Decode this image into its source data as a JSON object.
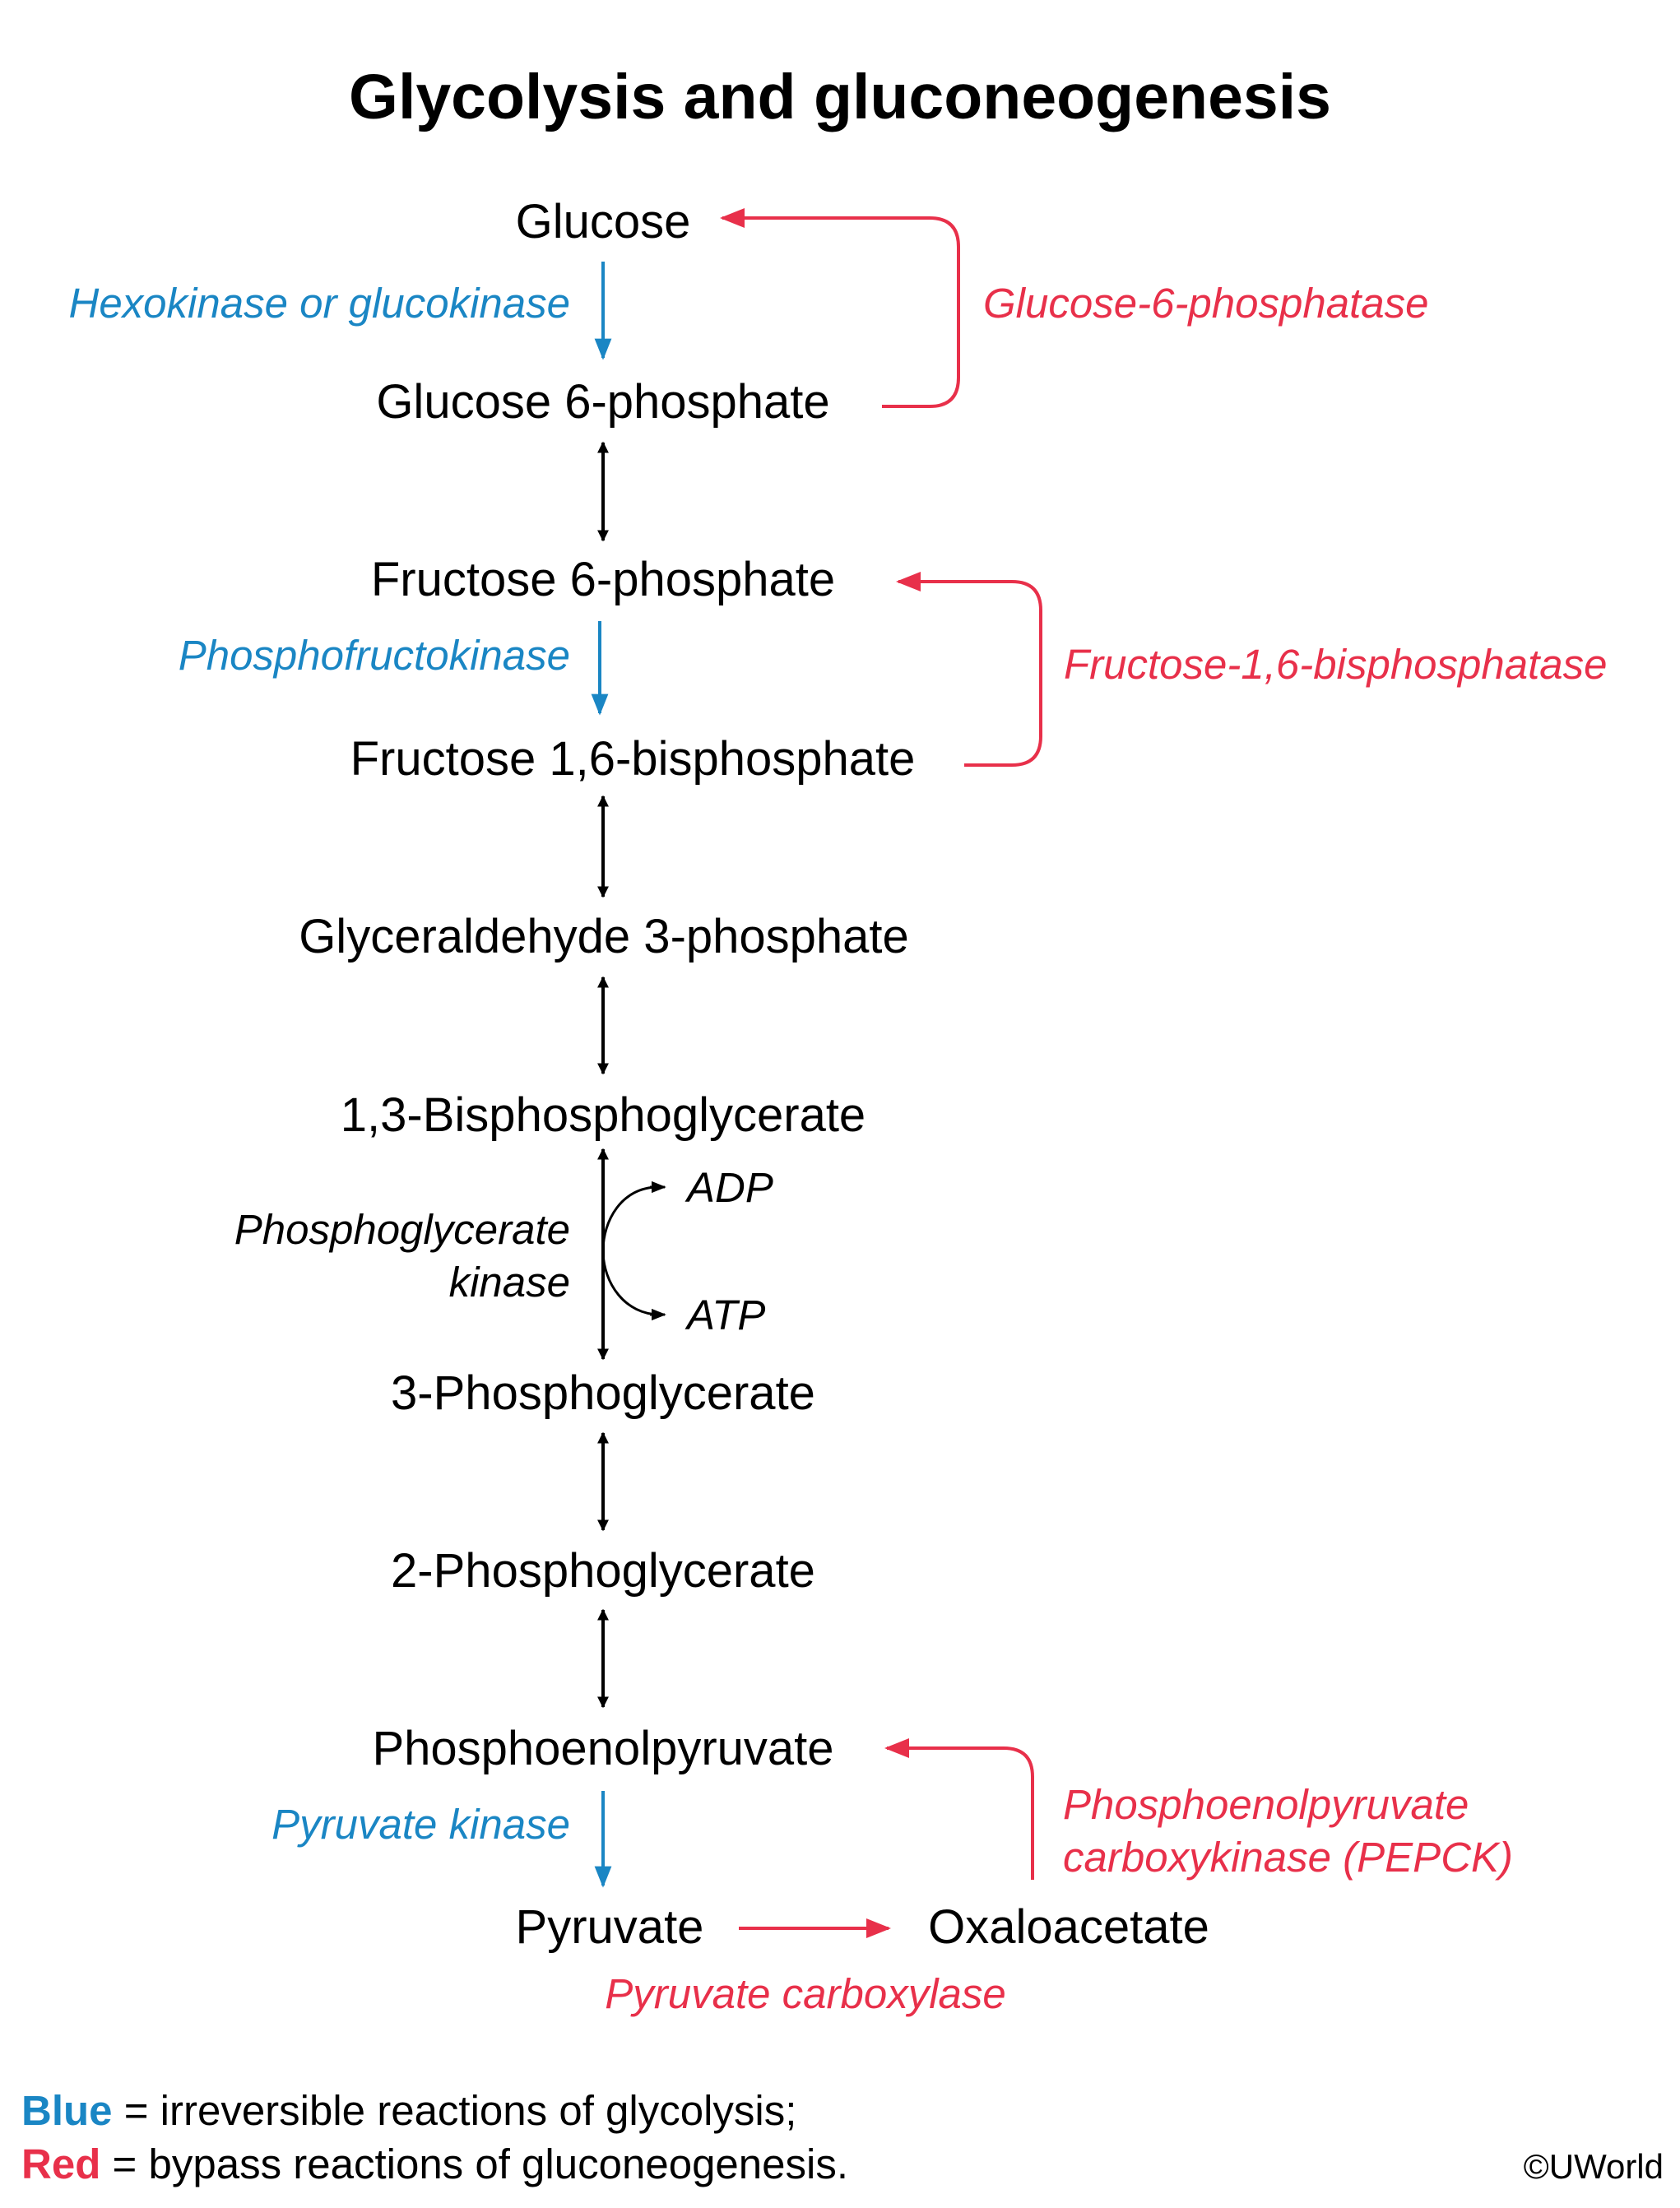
{
  "title": "Glycolysis and gluconeogenesis",
  "colors": {
    "glycolysis": "#1a86c4",
    "bypass": "#e8304a",
    "reversible": "#000000"
  },
  "metabolites": {
    "glucose": "Glucose",
    "glucose_6_phosphate": "Glucose 6-phosphate",
    "fructose_6_phosphate": "Fructose 6-phosphate",
    "fructose_1_6_bisphosphate": "Fructose 1,6-bisphosphate",
    "glyceraldehyde_3_phosphate": "Glyceraldehyde 3-phosphate",
    "bisphosphoglycerate_1_3": "1,3-Bisphosphoglycerate",
    "phosphoglycerate_3": "3-Phosphoglycerate",
    "phosphoglycerate_2": "2-Phosphoglycerate",
    "phosphoenolpyruvate": "Phosphoenolpyruvate",
    "pyruvate": "Pyruvate",
    "oxaloacetate": "Oxaloacetate"
  },
  "enzymes": {
    "hexokinase": "Hexokinase or glucokinase",
    "phosphofructokinase": "Phosphofructokinase",
    "pyruvate_kinase": "Pyruvate kinase",
    "phosphoglycerate_kinase_line1": "Phosphoglycerate",
    "phosphoglycerate_kinase_line2": "kinase",
    "glucose_6_phosphatase": "Glucose-6-phosphatase",
    "fructose_1_6_bisphosphatase": "Fructose-1,6-bisphosphatase",
    "pepck_line1": "Phosphoenolpyruvate",
    "pepck_line2": "carboxykinase (PEPCK)",
    "pyruvate_carboxylase": "Pyruvate carboxylase"
  },
  "cofactors": {
    "adp": "ADP",
    "atp": "ATP"
  },
  "legend": {
    "blue_word": "Blue",
    "blue_text": " = irreversible reactions of glycolysis;",
    "red_word": "Red",
    "red_text": " = bypass reactions of gluconeogenesis."
  },
  "copyright": "©UWorld"
}
